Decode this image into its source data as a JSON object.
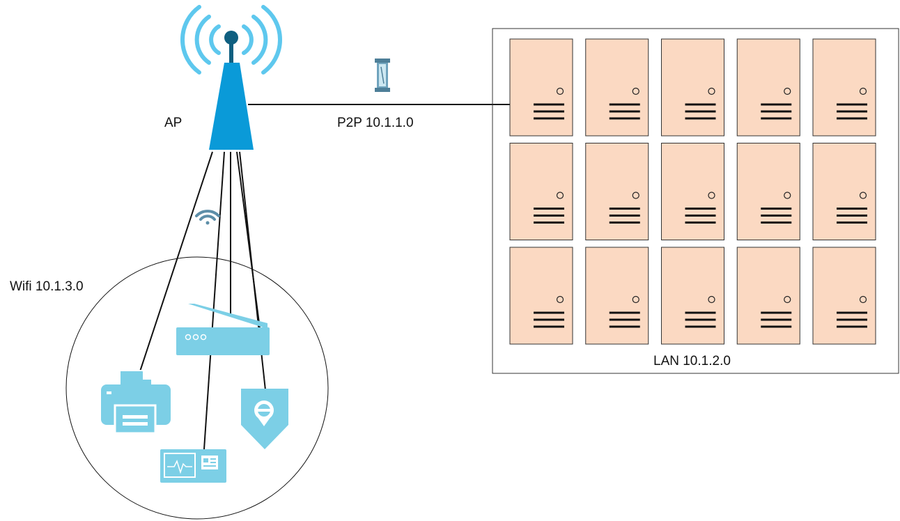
{
  "labels": {
    "ap": "AP",
    "p2p": "P2P 10.1.1.0",
    "wifi": "Wifi 10.1.3.0",
    "lan": "LAN 10.1.2.0"
  },
  "colors": {
    "tower": "#0a9ad8",
    "signal_waves": "#5ec8ee",
    "tower_knob": "#0f5f80",
    "device": "#7ccfe6",
    "server_fill": "#fbd9c2",
    "server_stroke": "#333333",
    "line": "#111111",
    "wifi_icon": "#5d8ea8"
  },
  "icons": {
    "ap": "antenna-tower-icon",
    "p2p": "connector-icon",
    "wifi": "wifi-icon",
    "printer": "printer-icon",
    "scanner": "scanner-icon",
    "location": "location-tag-icon",
    "monitor": "monitor-device-icon",
    "server": "server-tower-icon"
  },
  "lan": {
    "rows": 3,
    "columns": 5
  }
}
